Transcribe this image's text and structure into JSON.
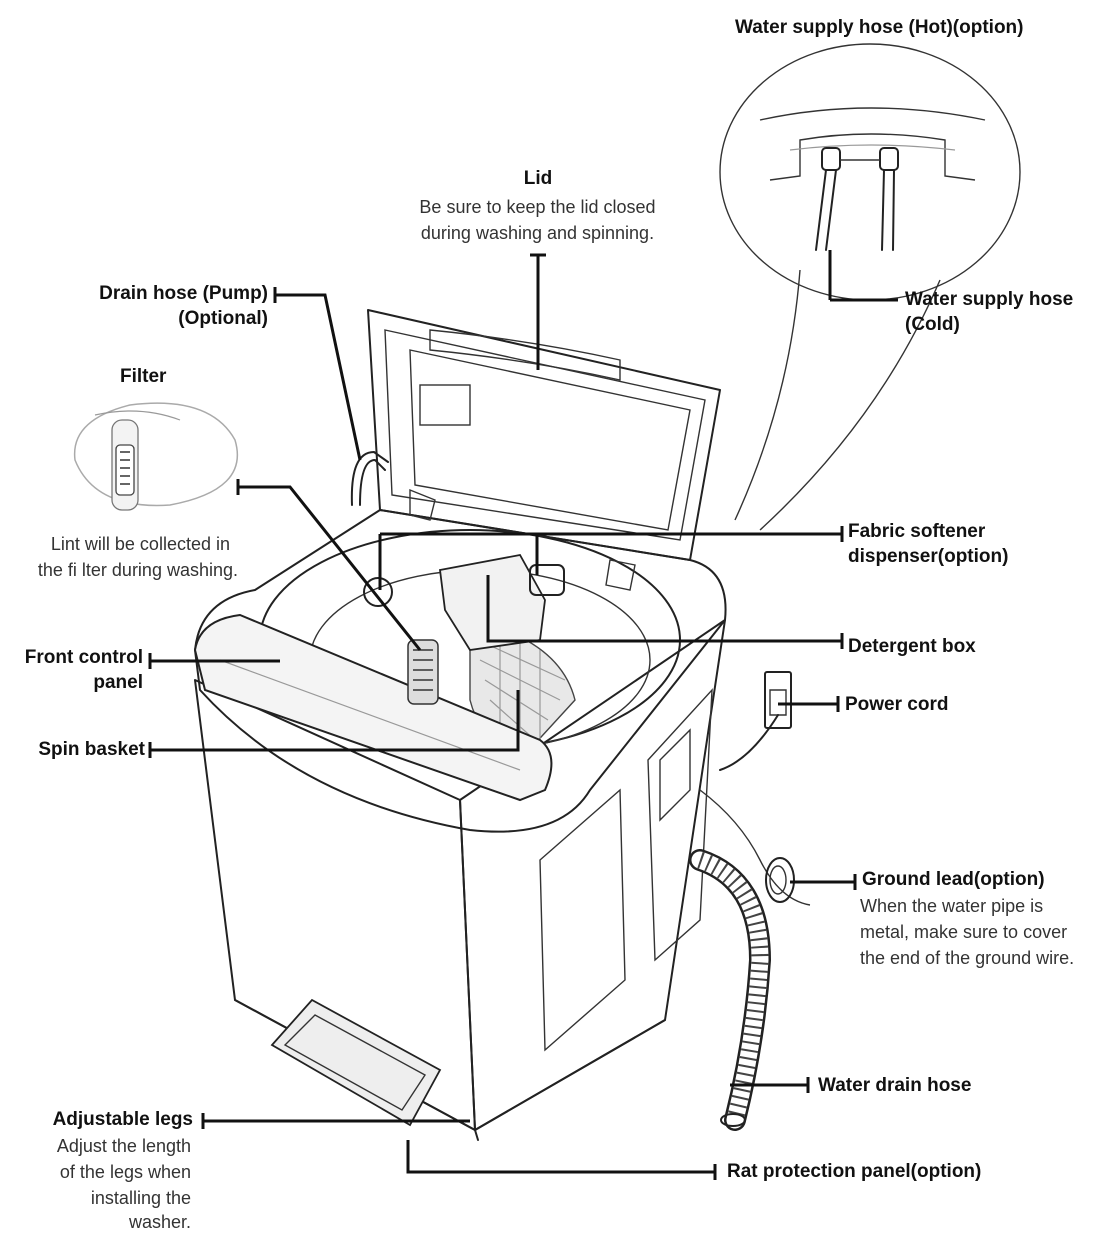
{
  "labels": {
    "water_hot": "Water supply hose (Hot)(option)",
    "lid_title": "Lid",
    "lid_note_1": "Be sure to keep the lid closed",
    "lid_note_2": "during washing and spinning.",
    "drain_pump_1": "Drain hose (Pump)",
    "drain_pump_2": "(Optional)",
    "water_cold_1": "Water supply hose",
    "water_cold_2": "(Cold)",
    "filter_title": "Filter",
    "filter_note_1": "Lint will be collected in",
    "filter_note_2": "the fi lter during washing.",
    "fabric_1": "Fabric softener",
    "fabric_2": "dispenser(option)",
    "front_panel_1": "Front control",
    "front_panel_2": "panel",
    "detergent": "Detergent box",
    "power": "Power cord",
    "spin": "Spin basket",
    "ground_title": "Ground lead(option)",
    "ground_note_1": "When the water pipe is",
    "ground_note_2": "metal, make sure to cover",
    "ground_note_3": "the end of the ground wire.",
    "drain_hose": "Water drain hose",
    "legs_title": "Adjustable legs",
    "legs_note_1": "Adjust the length",
    "legs_note_2": "of the legs when",
    "legs_note_3": "installing the",
    "legs_note_4": "washer.",
    "rat": "Rat protection panel(option)"
  }
}
